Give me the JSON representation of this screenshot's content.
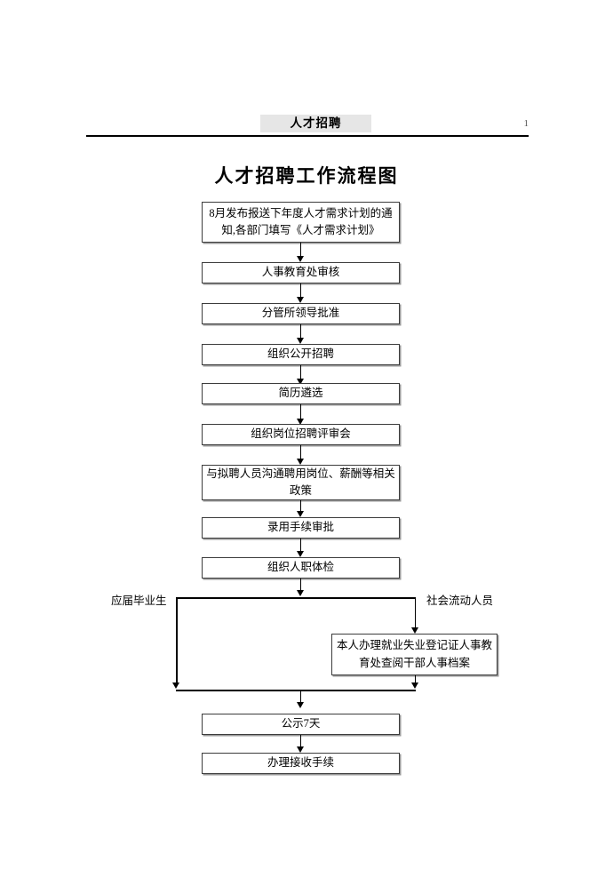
{
  "header": {
    "title": "人才招聘",
    "page_number": "1"
  },
  "document": {
    "title": "人才招聘工作流程图"
  },
  "flowchart": {
    "type": "flowchart",
    "orientation": "top-to-bottom",
    "nodes": [
      {
        "id": "n1",
        "label": "8月发布报送下年度人才需求计划的通知,各部门填写《人才需求计划》"
      },
      {
        "id": "n2",
        "label": "人事教育处审核"
      },
      {
        "id": "n3",
        "label": "分管所领导批准"
      },
      {
        "id": "n4",
        "label": "组织公开招聘"
      },
      {
        "id": "n5",
        "label": "简历遴选"
      },
      {
        "id": "n6",
        "label": "组织岗位招聘评审会"
      },
      {
        "id": "n7",
        "label": "与拟聘人员沟通聘用岗位、薪酬等相关政策"
      },
      {
        "id": "n8",
        "label": "录用手续审批"
      },
      {
        "id": "n9",
        "label": "组织人职体检"
      },
      {
        "id": "n10",
        "label": "本人办理就业失业登记证人事教育处查阅干部人事档案"
      },
      {
        "id": "n11",
        "label": "公示7天"
      },
      {
        "id": "n12",
        "label": "办理接收手续"
      }
    ],
    "branch_labels": {
      "left": "应届毕业生",
      "right": "社会流动人员"
    }
  }
}
